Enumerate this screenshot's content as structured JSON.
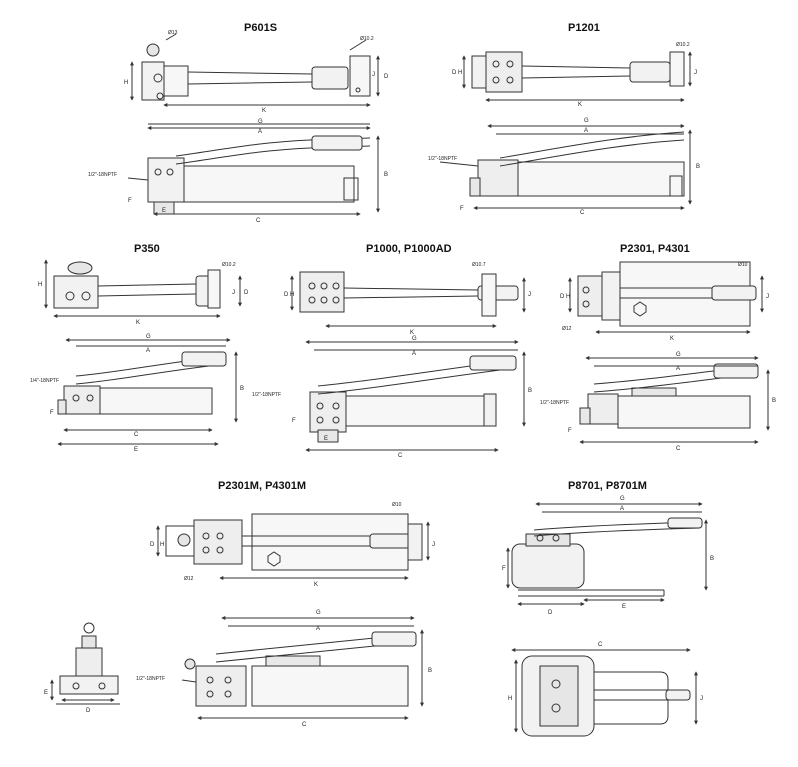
{
  "models": {
    "p601s": "P601S",
    "p1201": "P1201",
    "p350": "P350",
    "p1000": "P1000, P1000AD",
    "p2301": "P2301, P4301",
    "p2301m": "P2301M, P4301M",
    "p8701": "P8701, P8701M"
  },
  "dims": {
    "A": "A",
    "C": "C",
    "D": "D",
    "E": "E",
    "F": "F",
    "G": "G",
    "H": "H",
    "J": "J",
    "K": "K",
    "B": "B"
  },
  "holes": {
    "d10_2": "Ø10.2",
    "d10": "Ø10",
    "d12": "Ø12",
    "d13": "Ø13",
    "d10_7": "Ø10.7"
  },
  "ports": {
    "npt_half": "1/2\"-18NPTF",
    "npt_quarter": "1/4\"-18NPTF"
  },
  "colors": {
    "line": "#333333",
    "fill": "#f4f4f4",
    "fill_dark": "#d8d8d8"
  }
}
